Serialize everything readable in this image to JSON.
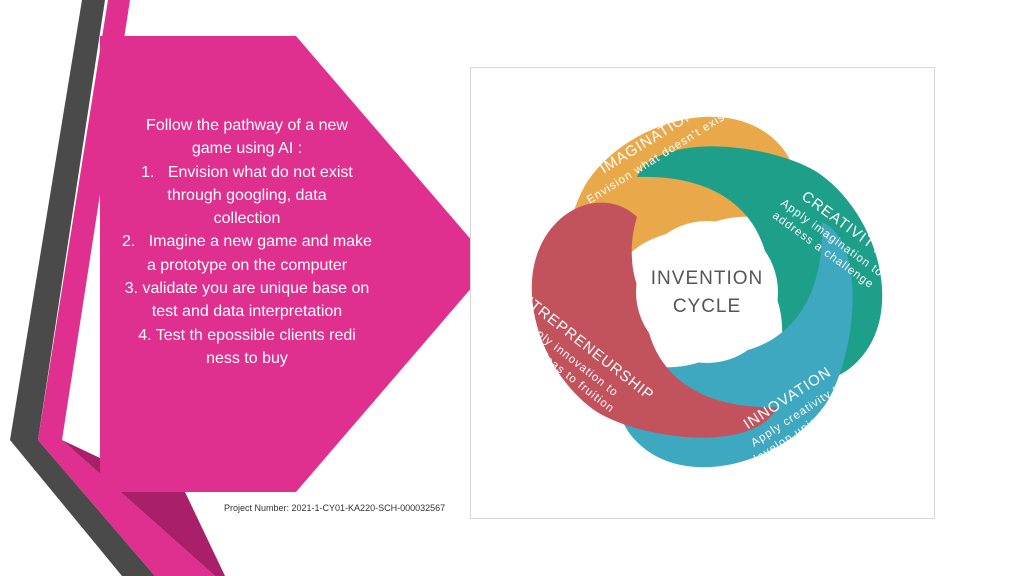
{
  "slide": {
    "instructions": [
      "Follow the pathway of a new",
      "game using AI :",
      "1.   Envision what do not exist",
      "through googling, data",
      "collection",
      "2.   Imagine a new game and make",
      "a prototype on the computer",
      "3. validate you are unique base on",
      "test and data interpretation",
      "4. Test th epossible clients redi",
      "ness to buy"
    ],
    "footer": "Project Number: 2021-1-CY01-KA220-SCH-000032567"
  },
  "cycle": {
    "center": [
      "INVENTION",
      "CYCLE"
    ],
    "petals": [
      {
        "title": "IMAGINATION",
        "subtitle": [
          "Envision what doesn't exist"
        ],
        "color": "#e9a94a"
      },
      {
        "title": "CREATIVITY",
        "subtitle": [
          "Apply imagination to",
          "address a challenge"
        ],
        "color": "#1e9f8a"
      },
      {
        "title": "INNOVATION",
        "subtitle": [
          "Apply creativity to",
          "develop unique ideas"
        ],
        "color": "#3ea8c0"
      },
      {
        "title": "ENTREPRENEURSHIP",
        "subtitle": [
          "Apply innovation to",
          "bring ideas to fruition"
        ],
        "color": "#c2535d"
      }
    ]
  },
  "colors": {
    "accent_pink": "#e0308f",
    "dark_stripe": "#4a4a4a"
  }
}
